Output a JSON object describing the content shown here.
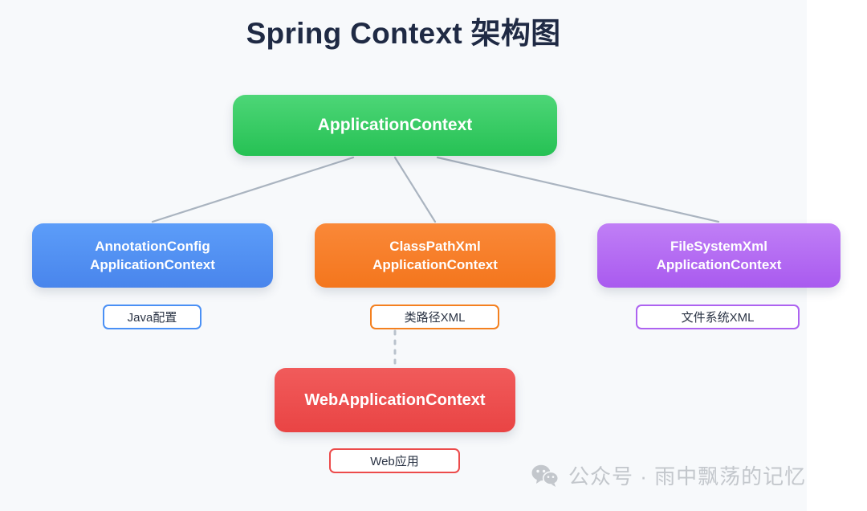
{
  "page": {
    "title": "Spring Context 架构图",
    "background_color": "#f7f9fb",
    "title_color": "#1f2a44"
  },
  "diagram": {
    "type": "hierarchy",
    "root": {
      "id": "application-context",
      "label": "ApplicationContext",
      "lines": [
        "ApplicationContext"
      ],
      "color": "#2ec75a"
    },
    "children": [
      {
        "id": "annotation-config-application-context",
        "lines": [
          "AnnotationConfig",
          "ApplicationContext"
        ],
        "color": "#4f8ef0",
        "caption": "Java配置"
      },
      {
        "id": "class-path-xml-application-context",
        "lines": [
          "ClassPathXml",
          "ApplicationContext"
        ],
        "color": "#f67d26",
        "caption": "类路径XML"
      },
      {
        "id": "file-system-xml-application-context",
        "lines": [
          "FileSystemXml",
          "ApplicationContext"
        ],
        "color": "#b36bf2",
        "caption": "文件系统XML"
      }
    ],
    "leaf": {
      "id": "web-application-context",
      "lines": [
        "WebApplicationContext"
      ],
      "color": "#ec4c4c",
      "caption": "Web应用"
    },
    "connector_color": "#aab4c0",
    "dashed_connector_color": "#b9c2cc"
  },
  "watermark": {
    "icon": "wechat-icon",
    "text": "公众号 · 雨中飘荡的记忆",
    "color": "#c3c7cc"
  }
}
